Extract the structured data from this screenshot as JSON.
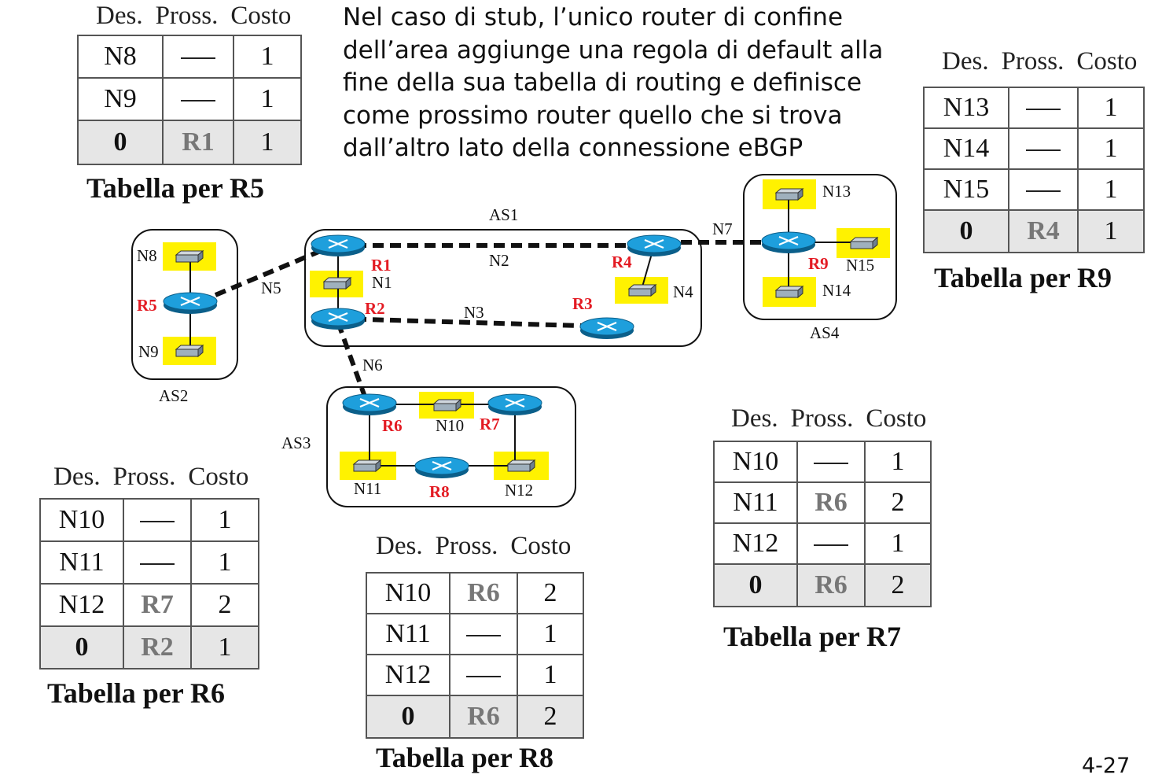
{
  "description": [
    "Nel caso di stub, l’unico router di confine",
    "dell’area aggiunge una regola di default alla",
    "fine della sua tabella di routing e definisce",
    "come prossimo router quello che si trova",
    "dall’altro lato della connessione eBGP"
  ],
  "table_header": [
    "Des.",
    "Pross.",
    "Costo"
  ],
  "tables": {
    "r5": {
      "caption": "Tabella per R5",
      "rows": [
        [
          "N8",
          "—",
          "1"
        ],
        [
          "N9",
          "—",
          "1"
        ]
      ],
      "default": [
        "0",
        "R1",
        "1"
      ]
    },
    "r9": {
      "caption": "Tabella per R9",
      "rows": [
        [
          "N13",
          "—",
          "1"
        ],
        [
          "N14",
          "—",
          "1"
        ],
        [
          "N15",
          "—",
          "1"
        ]
      ],
      "default": [
        "0",
        "R4",
        "1"
      ]
    },
    "r6": {
      "caption": "Tabella per R6",
      "rows": [
        [
          "N10",
          "—",
          "1"
        ],
        [
          "N11",
          "—",
          "1"
        ],
        [
          "N12",
          "R7",
          "2"
        ]
      ],
      "default": [
        "0",
        "R2",
        "1"
      ]
    },
    "r8": {
      "caption": "Tabella per R8",
      "rows": [
        [
          "N10",
          "R6",
          "2"
        ],
        [
          "N11",
          "—",
          "1"
        ],
        [
          "N12",
          "—",
          "1"
        ]
      ],
      "default": [
        "0",
        "R6",
        "2"
      ]
    },
    "r7": {
      "caption": "Tabella per R7",
      "rows": [
        [
          "N10",
          "—",
          "1"
        ],
        [
          "N11",
          "R6",
          "2"
        ],
        [
          "N12",
          "—",
          "1"
        ]
      ],
      "default": [
        "0",
        "R6",
        "2"
      ]
    }
  },
  "diagram": {
    "as_labels": [
      "AS1",
      "AS2",
      "AS3",
      "AS4"
    ],
    "routers": [
      "R1",
      "R2",
      "R3",
      "R4",
      "R5",
      "R6",
      "R7",
      "R8",
      "R9"
    ],
    "networks": [
      "N1",
      "N2",
      "N3",
      "N4",
      "N5",
      "N6",
      "N7",
      "N8",
      "N9",
      "N10",
      "N11",
      "N12",
      "N13",
      "N14",
      "N15"
    ]
  },
  "colors": {
    "router_label": "#e31b23",
    "network_highlight": "#fff200",
    "router_fill": "#1e9fdc",
    "default_row": "#e6e6e6"
  },
  "page_number": "4-27"
}
